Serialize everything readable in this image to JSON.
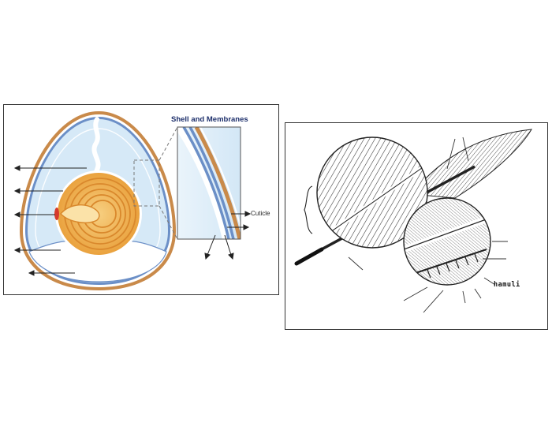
{
  "egg_diagram": {
    "inset_title": "Shell and Membranes",
    "cuticle_label": "Cuticle",
    "colors": {
      "shell": "#c98a4a",
      "membrane_blue": "#6b8fc7",
      "albumen": "#d6e9f7",
      "yolk": "#f0b654",
      "yolk_ring": "#d9882c",
      "germinal_disc": "#d63a2c",
      "title": "#1d2f6b"
    }
  },
  "feather_diagram": {
    "hamuli_label": "hamuli"
  }
}
